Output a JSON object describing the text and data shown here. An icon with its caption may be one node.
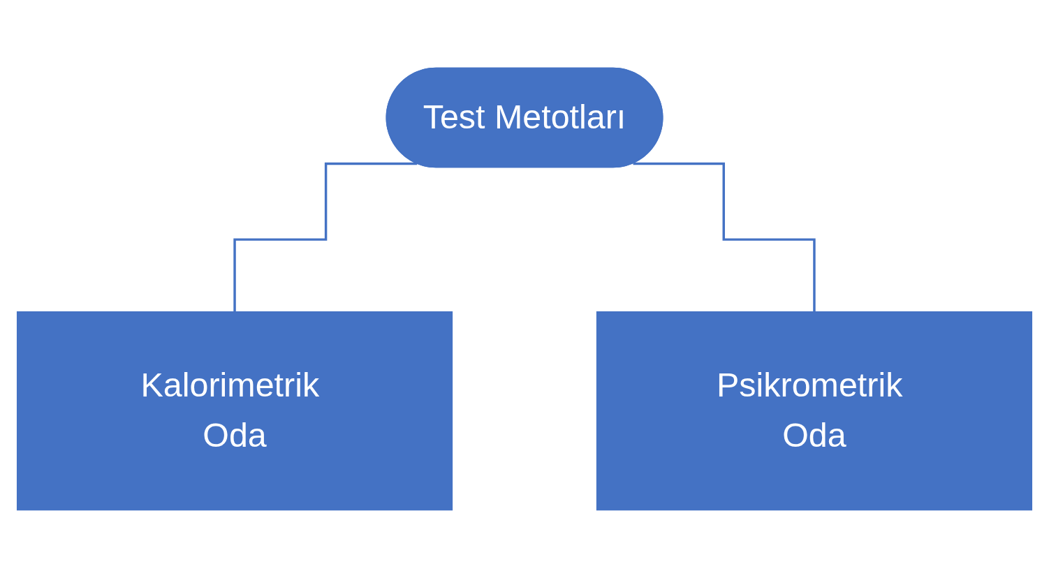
{
  "diagram": {
    "nodes": [
      {
        "text": [
          "Test Metotları"
        ]
      },
      {
        "text": [
          "Kalorimetrik Oda"
        ]
      },
      {
        "text": [
          "Psikrometrik Oda"
        ]
      }
    ],
    "edges": [
      {
        "from": 0,
        "to": 1,
        "arrow": "none"
      },
      {
        "from": 0,
        "to": 2,
        "arrow": "none"
      }
    ]
  }
}
